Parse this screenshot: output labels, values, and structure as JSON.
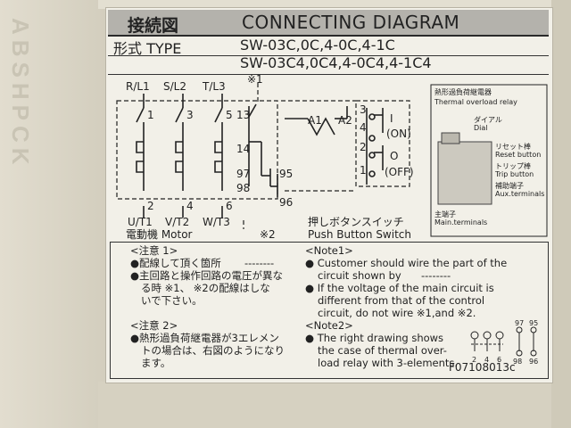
{
  "label": {
    "title_jp": "接続図",
    "title_en": "CONNECTING DIAGRAM",
    "type_label": "形式 TYPE",
    "type_line1": "SW-03C,0C,4-0C,4-1C",
    "type_line2": "SW-03C4,0C4,4-0C4,4-1C4",
    "code": "F07108013c"
  },
  "edge": {
    "text": "ABSHPCK"
  },
  "diagram": {
    "line_labels": [
      "R/L1",
      "S/L2",
      "T/L3"
    ],
    "note_mark_1": "※1",
    "note_mark_2": "※2",
    "contact_numbers_top": [
      "1",
      "3",
      "5",
      "13"
    ],
    "contact_numbers_bottom": [
      "2",
      "4",
      "6"
    ],
    "aux_numbers": [
      "14",
      "97",
      "98",
      "95",
      "96"
    ],
    "coil_terminals": [
      "A1",
      "A2"
    ],
    "load_labels": [
      "U/T1",
      "V/T2",
      "W/T3"
    ],
    "motor_label": "電動機 Motor",
    "push_button_jp": "押しボタンスイッチ",
    "push_button_en": "Push Button Switch",
    "pb_on_label": "I",
    "pb_on_sub": "(ON)",
    "pb_off_label": "O",
    "pb_off_sub": "(OFF)",
    "pb_numbers": [
      "3",
      "4",
      "2",
      "1"
    ]
  },
  "relay": {
    "title_jp": "熱形過負荷継電器",
    "title_en": "Thermal overload relay",
    "dial_jp": "ダイアル",
    "dial_en": "Dial",
    "reset_jp": "リセット棒",
    "reset_en": "Reset button",
    "trip_jp": "トリップ棒",
    "trip_en": "Trip button",
    "aux_jp": "補助端子",
    "aux_en": "Aux.terminals",
    "main_jp": "主端子",
    "main_en": "Main.terminals"
  },
  "notes": {
    "jp1_head": "<注意 1>",
    "jp1_line1": "●配線して頂く箇所",
    "jp1_dashes": "--------",
    "jp1_line2": "●主回路と操作回路の電圧が異な",
    "jp1_line3": "る時 ※1、 ※2の配線はしな",
    "jp1_line4": "いで下さい。",
    "jp2_head": "<注意 2>",
    "jp2_line1": "●熱形過負荷継電器が3エレメン",
    "jp2_line2": "トの場合は、右図のようになり",
    "jp2_line3": "ます。",
    "en1_head": "<Note1>",
    "en1_line1": "● Customer should wire the part of the",
    "en1_line2": "circuit shown by",
    "en1_dashes": "--------",
    "en1_line3": "● If the voltage of the main circuit is",
    "en1_line4": "different  from  that  of  the  control",
    "en1_line5": "circuit, do not wire ※1,and ※2.",
    "en2_head": "<Note2>",
    "en2_line1": "● The right drawing shows",
    "en2_line2": "the case of thermal over-",
    "en2_line3": "load relay with 3-elements.",
    "mini_top": [
      "97",
      "95"
    ],
    "mini_bottom_left": [
      "2",
      "4",
      "6"
    ],
    "mini_bottom_right": [
      "98",
      "96"
    ]
  }
}
